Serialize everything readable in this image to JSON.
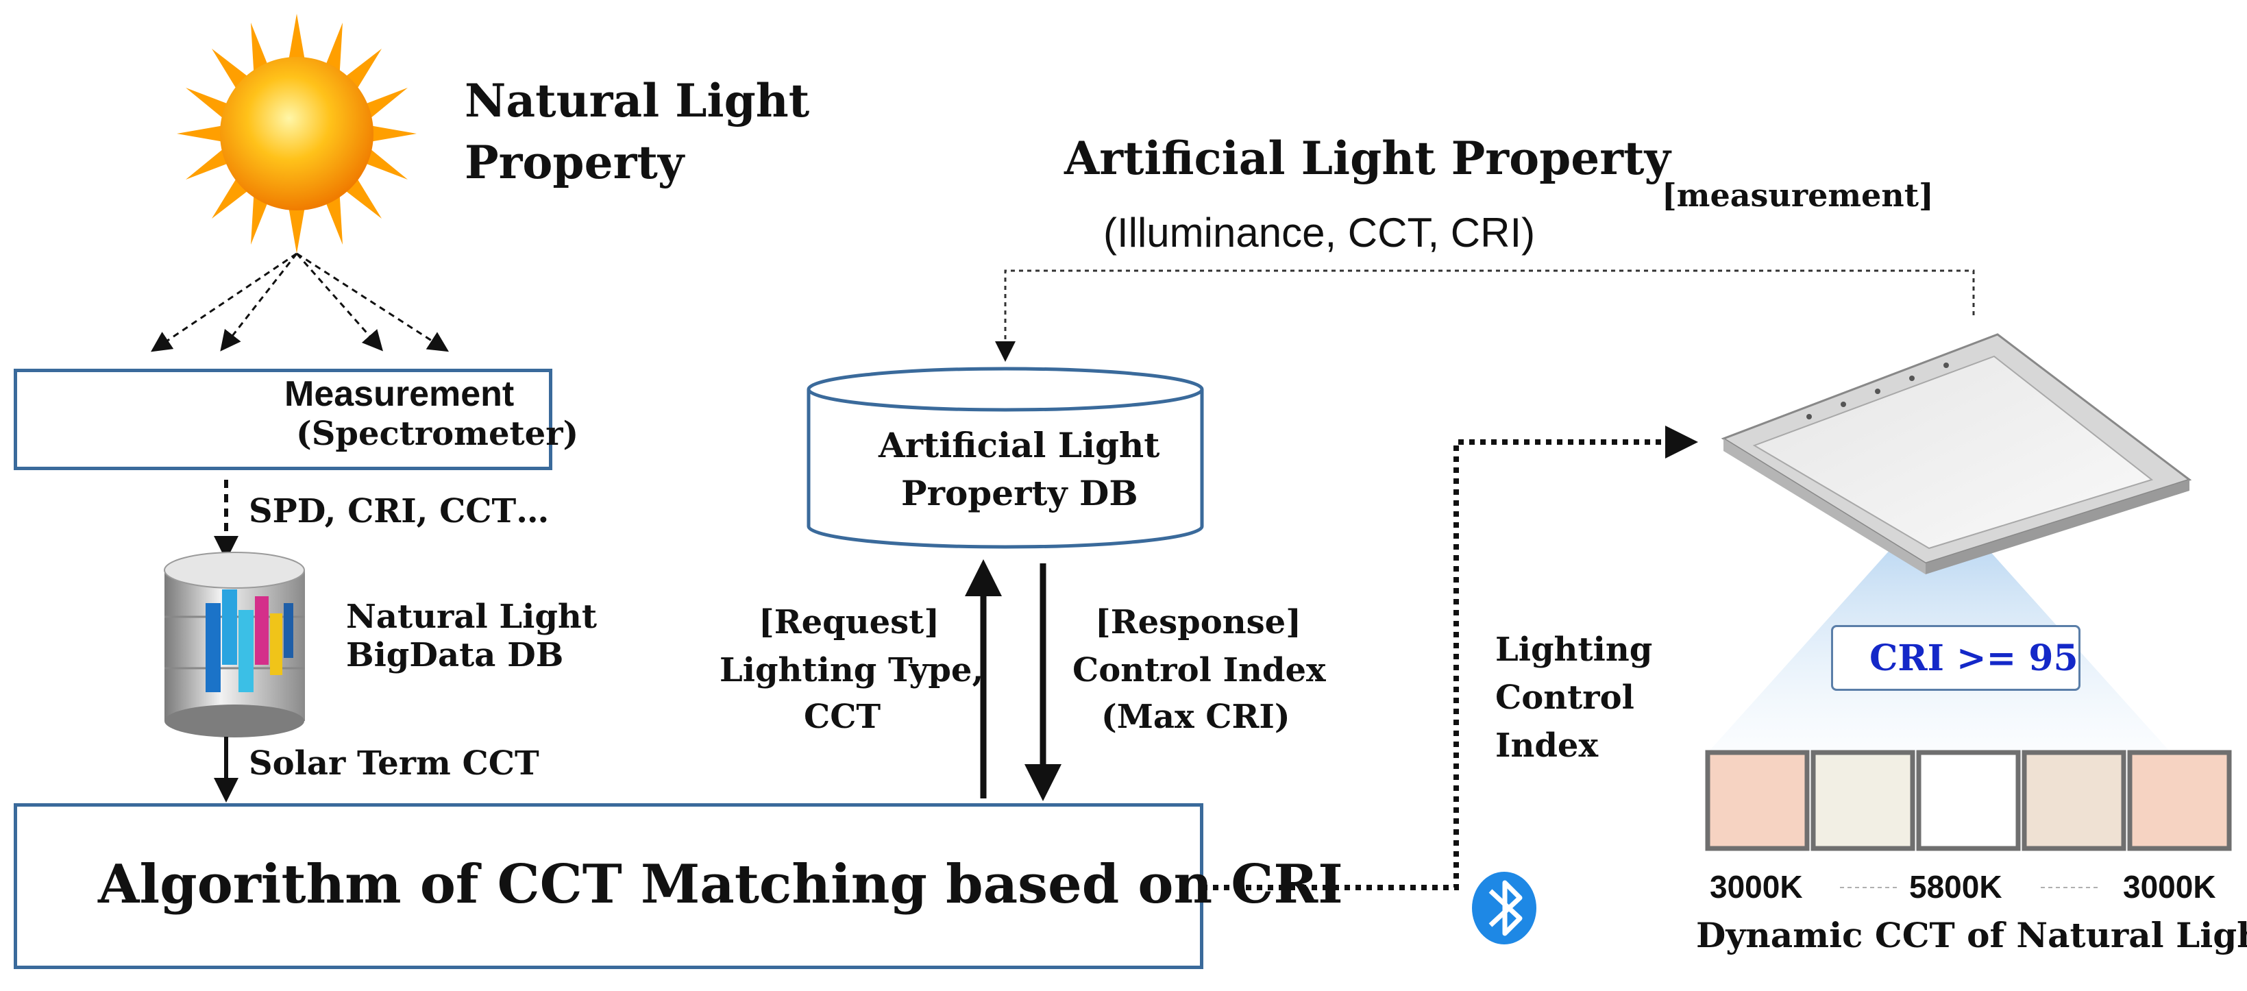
{
  "natural_light": {
    "title_line1": "Natural Light",
    "title_line2": "Property"
  },
  "artificial_light": {
    "title": "Artificial Light Property",
    "subtitle": "(Illuminance, CCT, CRI)",
    "measurement_tag": "[measurement]"
  },
  "measurement_box": {
    "title": "Measurement",
    "subtitle": "(Spectrometer)"
  },
  "spd_label": "SPD, CRI, CCT…",
  "natural_db": {
    "line1": "Natural Light",
    "line2": "BigData DB"
  },
  "solar_term_label": "Solar Term CCT",
  "artificial_db": {
    "line1": "Artificial  Light",
    "line2": "Property DB"
  },
  "request": {
    "line1": "[Request]",
    "line2": "Lighting Type,",
    "line3": "CCT"
  },
  "response": {
    "line1": "[Response]",
    "line2": "Control Index",
    "line3": "(Max CRI)"
  },
  "algorithm_label": "Algorithm of CCT Matching based on CRI",
  "lighting_control": {
    "line1": "Lighting",
    "line2": "Control",
    "line3": "Index"
  },
  "cri_badge": "CRI >= 95",
  "cct_scale": {
    "left": "3000K",
    "middle": "5800K",
    "right": "3000K"
  },
  "dynamic_cct_caption": "Dynamic CCT of Natural Light",
  "colors": {
    "box_border": "#3a6a9b",
    "cri_text": "#1428c8",
    "bluetooth": "#1e88e5",
    "sun": "#ffb300"
  },
  "icons": {
    "sun": "sun-icon",
    "spectrometer": "spectrometer-icon",
    "database": "database-icon",
    "ceiling_light": "ceiling-light-panel-icon",
    "bluetooth": "bluetooth-icon"
  }
}
